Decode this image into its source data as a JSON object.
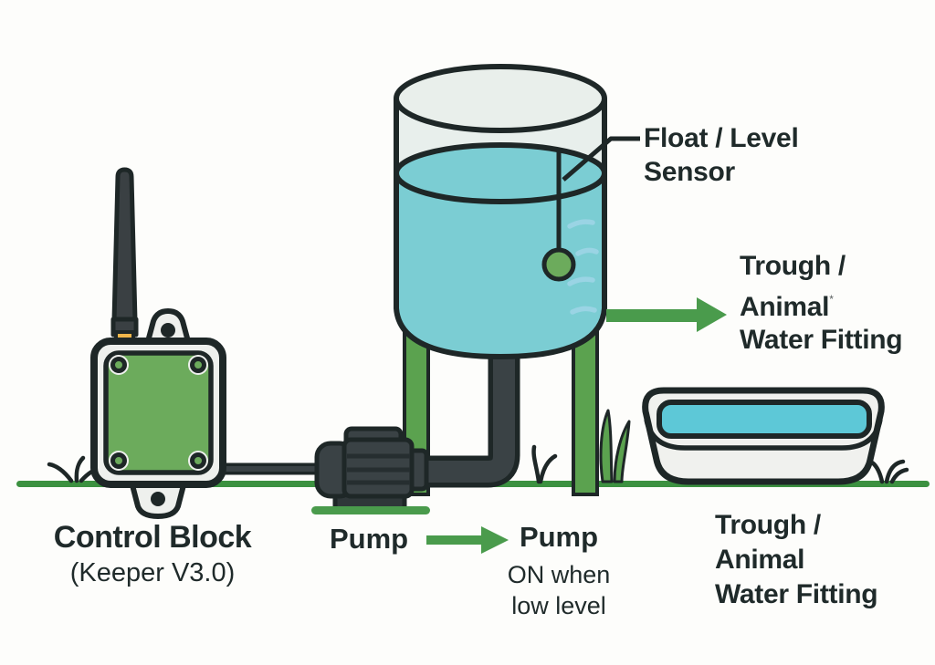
{
  "diagram": {
    "title_hidden": "",
    "labels": {
      "float_sensor": {
        "line1": "Float / Level",
        "line2": "Sensor"
      },
      "tank_outlet": {
        "line1": "Trough /",
        "line2": "Animal",
        "line2_sup": "*",
        "line3": "Water Fitting"
      },
      "trough": {
        "line1": "Trough /",
        "line2": "Animal",
        "line3": "Water Fitting"
      },
      "control_block": {
        "line1": "Control Block",
        "line2": "(Keeper V3.0)"
      },
      "pump": {
        "label": "Pump"
      },
      "pump_status": {
        "line1": "Pump",
        "line2": "ON when",
        "line3": "low level"
      }
    },
    "colors": {
      "outline": "#1e2727",
      "accent_green": "#4a9b4c",
      "leg_green": "#5ba24f",
      "panel_green": "#6cab5c",
      "ground_green": "#3c9140",
      "tank_water": "#7bcdd3",
      "trough_water": "#5dc8d7",
      "tank_empty": "#e8efec",
      "enclosure_gray": "#eef0ed",
      "machine_gray": "#3a4245",
      "antenna_band_yellow": "#f0b64a",
      "level_tick_blue": "#9ad4e4",
      "text": "#1f2a2a"
    },
    "components": [
      "control-block",
      "antenna",
      "pump",
      "pipe",
      "water-tank",
      "float-level-sensor",
      "trough",
      "ground"
    ]
  }
}
